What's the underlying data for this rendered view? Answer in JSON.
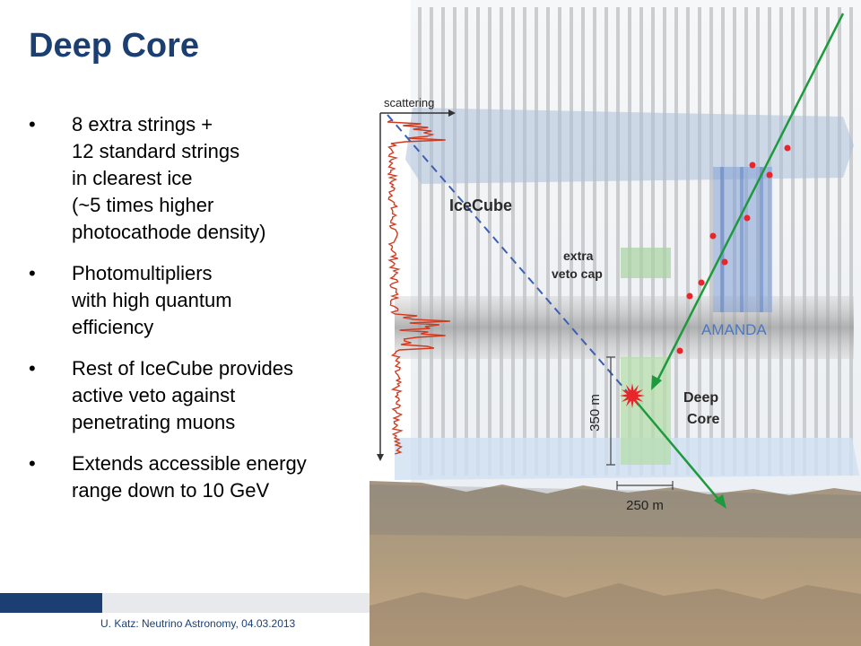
{
  "slide": {
    "title": "Deep Core",
    "bullets": [
      "8 extra strings +\n12 standard strings\nin clearest ice\n(~5 times higher\nphotocathode density)",
      "Photomultipliers\nwith high quantum\nefficiency",
      "Rest of  IceCube provides\nactive veto against\npenetrating muons",
      "Extends accessible energy\nrange down to 10 GeV"
    ],
    "bullet_symbol": "•",
    "footer": "U. Katz: Neutrino Astronomy, 04.03.2013"
  },
  "figure": {
    "labels": {
      "scattering": "scattering",
      "icecube": "IceCube",
      "veto_line1": "extra",
      "veto_line2": "veto cap",
      "amanda": "AMANDA",
      "deep_line1": "Deep",
      "deep_line2": "Core",
      "height": "350 m",
      "width": "250 m"
    },
    "colors": {
      "title_blue": "#1b3f73",
      "track_green": "#1e9a3e",
      "scatter_red": "#d23a1e",
      "hit_red": "#e8262a",
      "amanda_blue": "#4a78c4",
      "dashed_blue": "#3c5fb4",
      "bedrock": "#a89a84"
    }
  }
}
